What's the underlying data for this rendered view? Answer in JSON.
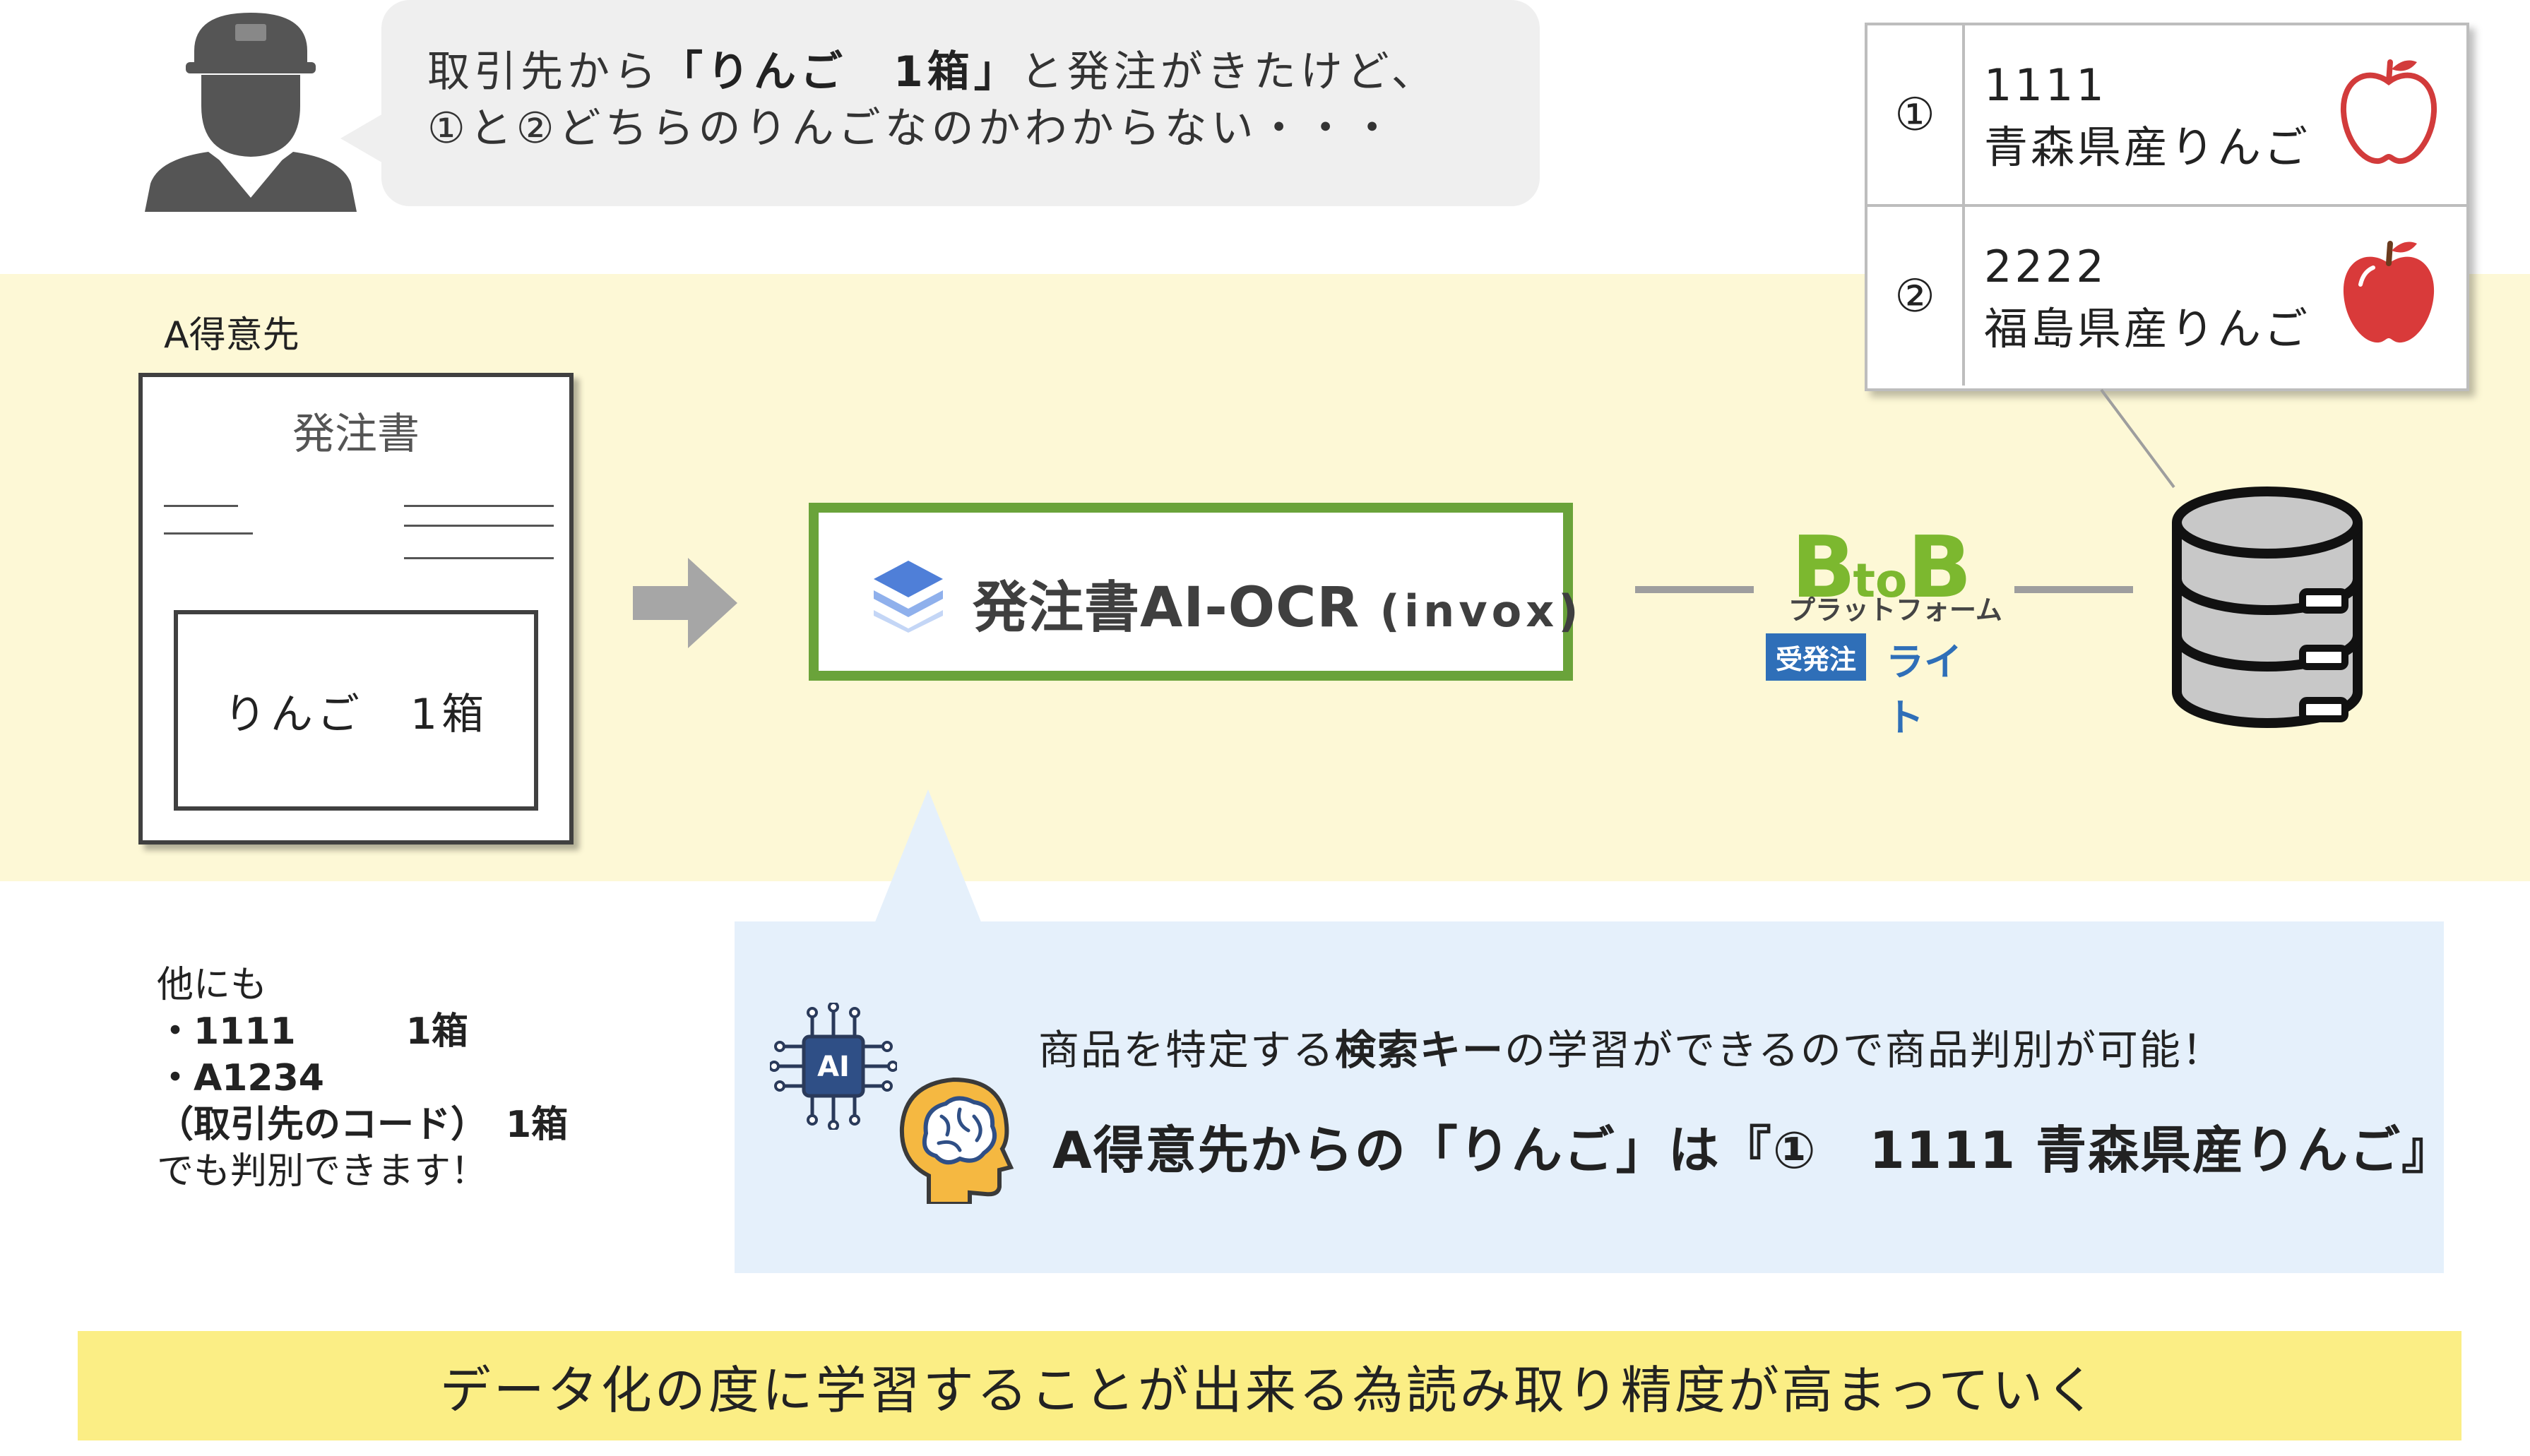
{
  "speech": {
    "line1_pre": "取引先から",
    "line1_bold": "「りんご　1箱」",
    "line1_post": "と発注がきたけど、",
    "line2": "①と②どちらのりんごなのかわからない・・・"
  },
  "products": [
    {
      "num": "①",
      "code": "1111",
      "name": "青森県産りんご"
    },
    {
      "num": "②",
      "code": "2222",
      "name": "福島県産りんご"
    }
  ],
  "customer_label": "A得意先",
  "document": {
    "title": "発注書",
    "item": "りんご　1箱"
  },
  "ocr": {
    "name": "発注書AI-OCR",
    "paren": "(invox)"
  },
  "btob": {
    "b1": "B",
    "to": "to",
    "b2": "B",
    "sub": "プラットフォーム",
    "badge": "受発注",
    "lite": "ライト"
  },
  "ai_badge": "AI",
  "callout": {
    "pre": "商品を特定する",
    "bold": "検索キー",
    "post": "の学習ができるので商品判別が可能！",
    "result": "A得意先からの「りんご」は『①　1111 青森県産りんご』"
  },
  "other": {
    "l1": "他にも",
    "l2": "・1111　　　1箱",
    "l3": "・A1234",
    "l4": "（取引先のコード）　1箱",
    "l5": "でも判別できます！"
  },
  "footer": "データ化の度に学習することが出来る為読み取り精度が高まっていく",
  "colors": {
    "band": "#fdf8d6",
    "ocr_border": "#6aa33a",
    "callout_bg": "#e5f0fb",
    "footer_bg": "#fbee85",
    "apple_outline": "#d23b3b",
    "apple_fill": "#d93a3a",
    "btob_green": "#7cb82f",
    "btob_blue": "#2f6fb8"
  }
}
